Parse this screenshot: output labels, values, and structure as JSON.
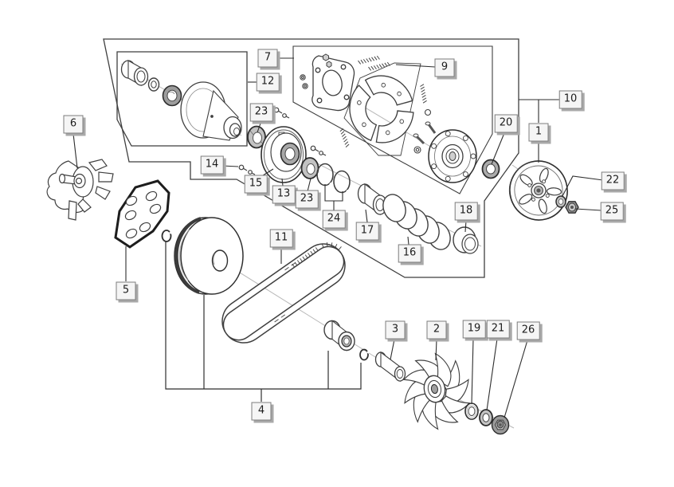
{
  "diagram": {
    "type": "exploded-parts-diagram",
    "description": "Variator, clutch and drive belt exploded view with numbered callouts",
    "callouts": {
      "c1": "1",
      "c2": "2",
      "c3": "3",
      "c4": "4",
      "c5": "5",
      "c6": "6",
      "c7": "7",
      "c9": "9",
      "c10": "10",
      "c11": "11",
      "c12": "12",
      "c13": "13",
      "c14": "14",
      "c15": "15",
      "c16": "16",
      "c17": "17",
      "c18": "18",
      "c19": "19",
      "c20": "20",
      "c21": "21",
      "c22": "22",
      "c23a": "23",
      "c23b": "23",
      "c24": "24",
      "c25": "25",
      "c26": "26"
    },
    "colors": {
      "background": "#ffffff",
      "line": "#3f3f3f",
      "axis_line": "#b8b8b8",
      "metal_gray": "#b9b9b9",
      "label_bg": "#f5f5f5",
      "label_border": "#7d7d7d",
      "label_shadow": "#a9a9a9",
      "label_text": "#1c1c1c"
    }
  }
}
